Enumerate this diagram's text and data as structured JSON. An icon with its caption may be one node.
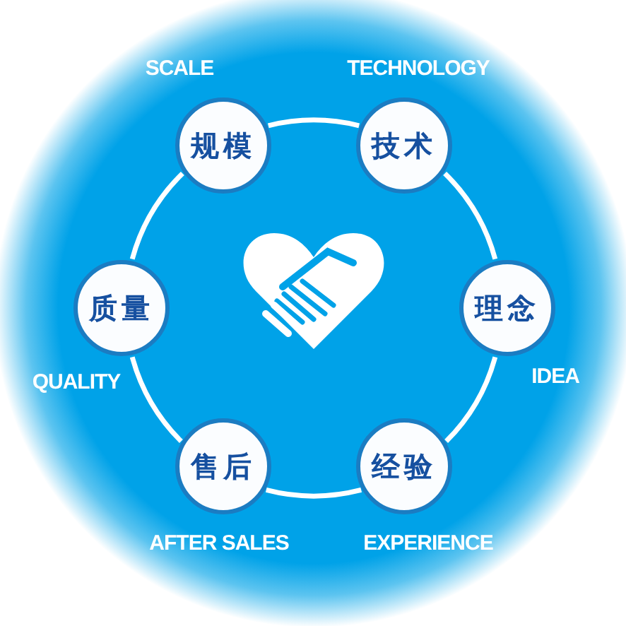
{
  "diagram": {
    "nodes": [
      {
        "text": [
          "规模"
        ],
        "beside": [
          "SCALE"
        ]
      },
      {
        "text": [
          "技术"
        ],
        "beside": [
          "TECHNOLOGY"
        ]
      },
      {
        "text": [
          "质量"
        ],
        "beside": [
          "QUALITY"
        ]
      },
      {
        "text": [
          "理念"
        ],
        "beside": [
          "IDEA"
        ]
      },
      {
        "text": [
          "售后"
        ],
        "beside": [
          "AFTER SALES"
        ]
      },
      {
        "text": [
          "经验"
        ],
        "beside": [
          "EXPERIENCE"
        ]
      }
    ],
    "edges": [
      {
        "from": 0,
        "to": 1,
        "arrow": "none"
      },
      {
        "from": 1,
        "to": 3,
        "arrow": "none"
      },
      {
        "from": 3,
        "to": 5,
        "arrow": "none"
      },
      {
        "from": 5,
        "to": 4,
        "arrow": "none"
      },
      {
        "from": 4,
        "to": 2,
        "arrow": "none"
      },
      {
        "from": 2,
        "to": 0,
        "arrow": "none"
      }
    ]
  }
}
